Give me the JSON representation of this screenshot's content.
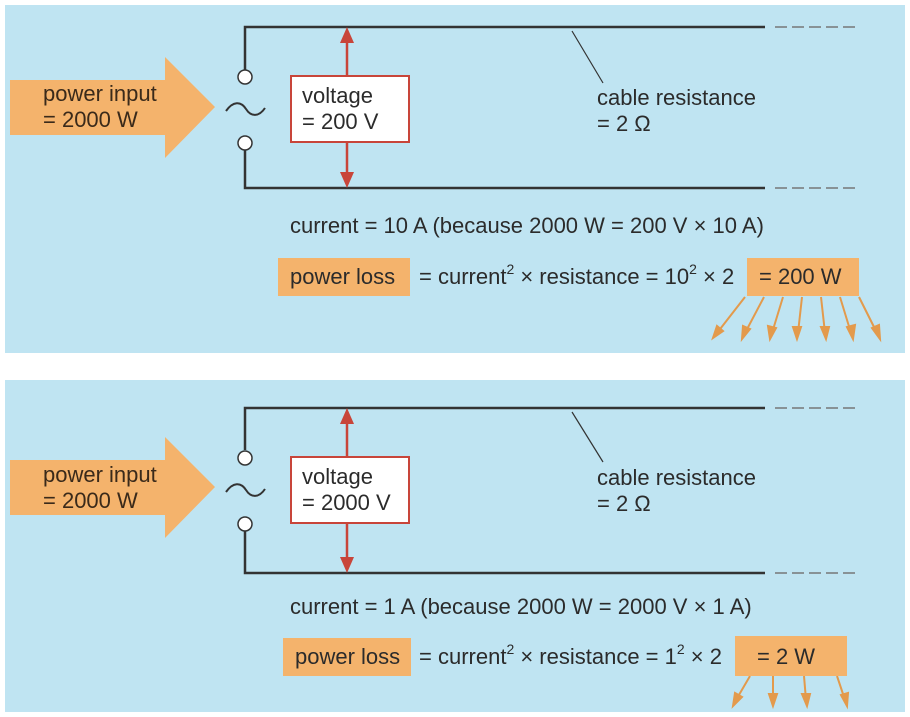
{
  "colors": {
    "panel_bg": "#bfe4f2",
    "orange": "#f4b36c",
    "red": "#c8453a",
    "wire": "#333333",
    "heat_arrow": "#e39a4c"
  },
  "icons": {
    "ac_source": "tilde-symbol",
    "terminals": "open-circle-icon",
    "heat": "arrow-down-icon"
  },
  "panels": [
    {
      "power_input_line1": "power input",
      "power_input_line2": "= 2000 W",
      "voltage_line1": "voltage",
      "voltage_line2": "= 200 V",
      "cable_line1": "cable resistance",
      "cable_line2": "= 2 Ω",
      "current_text": "current = 10 A   (because 2000 W = 200 V  × 10 A)",
      "power_loss_label": "power loss",
      "eq_part1": "= current",
      "eq_part2": " × resistance = 10",
      "eq_part3": " × 2",
      "exp": "2",
      "result": "= 200 W"
    },
    {
      "power_input_line1": "power input",
      "power_input_line2": "= 2000 W",
      "voltage_line1": "voltage",
      "voltage_line2": "= 2000 V",
      "cable_line1": "cable resistance",
      "cable_line2": "= 2 Ω",
      "current_text": "current = 1 A   (because 2000 W = 2000 V  × 1 A)",
      "power_loss_label": "power loss",
      "eq_part1": "= current",
      "eq_part2": " × resistance = 1",
      "eq_part3": " × 2",
      "exp": "2",
      "result": "= 2 W"
    }
  ]
}
